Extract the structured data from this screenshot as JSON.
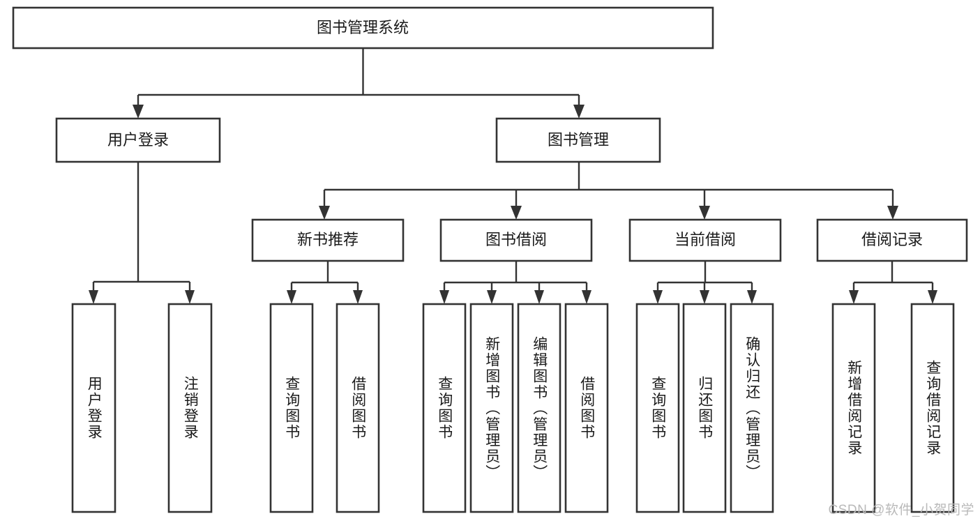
{
  "diagram": {
    "type": "tree",
    "title": "图书管理系统",
    "watermark": "CSDN @软件_小贺同学",
    "levels": {
      "root": {
        "label": "图书管理系统"
      },
      "level2": [
        {
          "id": "user-login",
          "label": "用户登录"
        },
        {
          "id": "book-management",
          "label": "图书管理"
        }
      ],
      "level3": [
        {
          "id": "new-book-recommend",
          "label": "新书推荐",
          "parent": "book-management"
        },
        {
          "id": "book-borrow",
          "label": "图书借阅",
          "parent": "book-management"
        },
        {
          "id": "current-borrow",
          "label": "当前借阅",
          "parent": "book-management"
        },
        {
          "id": "borrow-record",
          "label": "借阅记录",
          "parent": "book-management"
        }
      ],
      "leaves": [
        {
          "id": "leaf-user-login",
          "label": "用户登录",
          "parent": "user-login"
        },
        {
          "id": "leaf-logout-login",
          "label": "注销登录",
          "parent": "user-login"
        },
        {
          "id": "leaf-query-book-1",
          "label": "查询图书",
          "parent": "new-book-recommend"
        },
        {
          "id": "leaf-borrow-book-1",
          "label": "借阅图书",
          "parent": "new-book-recommend"
        },
        {
          "id": "leaf-query-book-2",
          "label": "查询图书",
          "parent": "book-borrow"
        },
        {
          "id": "leaf-add-book",
          "label": "新增图书（管理员）",
          "parent": "book-borrow"
        },
        {
          "id": "leaf-edit-book",
          "label": "编辑图书（管理员）",
          "parent": "book-borrow"
        },
        {
          "id": "leaf-borrow-book-2",
          "label": "借阅图书",
          "parent": "book-borrow"
        },
        {
          "id": "leaf-query-book-3",
          "label": "查询图书",
          "parent": "current-borrow"
        },
        {
          "id": "leaf-return-book",
          "label": "归还图书",
          "parent": "current-borrow"
        },
        {
          "id": "leaf-confirm-return",
          "label": "确认归还（管理员）",
          "parent": "current-borrow"
        },
        {
          "id": "leaf-add-record",
          "label": "新增借阅记录",
          "parent": "borrow-record"
        },
        {
          "id": "leaf-query-record",
          "label": "查询借阅记录",
          "parent": "borrow-record"
        }
      ]
    },
    "colors": {
      "box_stroke": "#333333",
      "box_fill": "#ffffff",
      "text": "#1a1a1a",
      "edge": "#333333",
      "watermark": "#b9b9b9",
      "background": "#ffffff"
    }
  }
}
